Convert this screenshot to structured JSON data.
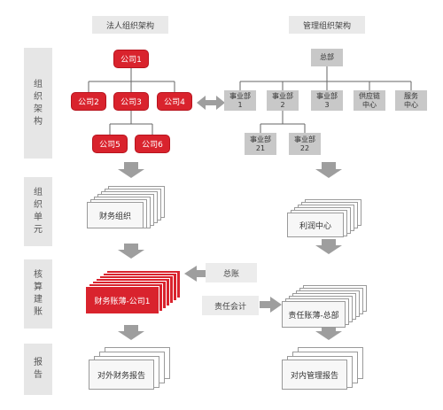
{
  "headers": {
    "left": "法人组织架构",
    "right": "管理组织架构"
  },
  "sections": {
    "org_structure": [
      "组",
      "织",
      "架",
      "构"
    ],
    "org_unit": [
      "组",
      "织",
      "单",
      "元"
    ],
    "accounting": [
      "核",
      "算",
      "建",
      "账"
    ],
    "report": [
      "报",
      "告"
    ]
  },
  "legal": {
    "company1": "公司1",
    "company2": "公司2",
    "company3": "公司3",
    "company4": "公司4",
    "company5": "公司5",
    "company6": "公司6"
  },
  "mgmt": {
    "hq": "总部",
    "bu1": [
      "事业部",
      "1"
    ],
    "bu2": [
      "事业部",
      "2"
    ],
    "bu3": [
      "事业部",
      "3"
    ],
    "supply": [
      "供应链",
      "中心"
    ],
    "service": [
      "服务",
      "中心"
    ],
    "bu21": [
      "事业部",
      "21"
    ],
    "bu22": [
      "事业部",
      "22"
    ]
  },
  "units": {
    "finance_org": "财务组织",
    "profit_center": "利润中心"
  },
  "accounting": {
    "ledger": "总账",
    "book_company": "财务账薄-公司1",
    "resp_accounting": "责任会计",
    "resp_book": "责任账薄-总部"
  },
  "reports": {
    "external": "对外财务报告",
    "internal": "对内管理报告"
  },
  "colors": {
    "red": "#d9232d",
    "gray_box": "#c8c8c8",
    "arrow": "#9e9e9e"
  }
}
